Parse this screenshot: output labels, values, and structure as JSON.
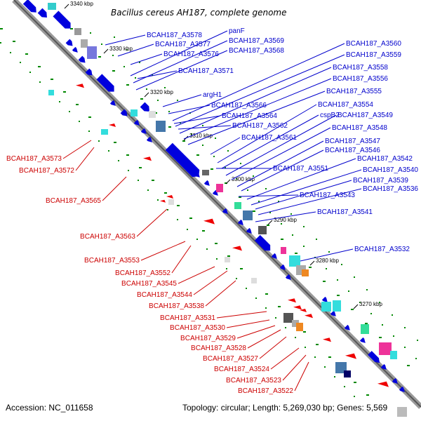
{
  "title": "Bacillus cereus AH187, complete genome",
  "footer": {
    "accession": "Accession: NC_011658",
    "summary": "Topology: circular; Length: 5,269,030 bp; Genes: 5,569"
  },
  "colors": {
    "forward_gene": "#0000cc",
    "reverse_gene": "#cc0000",
    "backbone": "#888888",
    "gc_green": "#008800",
    "tick": "#000000"
  },
  "ticks": [
    "3340 kbp",
    "3330 kbp",
    "3320 kbp",
    "3310 kbp",
    "3300 kbp",
    "3290 kbp",
    "3280 kbp",
    "3270 kbp"
  ],
  "labels_blue": [
    "BCAH187_A3578",
    "BCAH187_A3577",
    "BCAH187_A3576",
    "panF",
    "BCAH187_A3569",
    "BCAH187_A3568",
    "BCAH187_A3560",
    "BCAH187_A3559",
    "BCAH187_A3571",
    "BCAH187_A3558",
    "BCAH187_A3556",
    "BCAH187_A3555",
    "argH1",
    "BCAH187_A3566",
    "BCAH187_A3554",
    "cspB2",
    "BCAH187_A3564",
    "BCAH187_A3549",
    "BCAH187_A3562",
    "BCAH187_A3548",
    "BCAH187_A3561",
    "BCAH187_A3547",
    "BCAH187_A3546",
    "BCAH187_A3542",
    "BCAH187_A3551",
    "BCAH187_A3540",
    "BCAH187_A3539",
    "BCAH187_A3536",
    "BCAH187_A3543",
    "BCAH187_A3541",
    "BCAH187_A3532"
  ],
  "labels_red": [
    "BCAH187_A3573",
    "BCAH187_A3572",
    "BCAH187_A3565",
    "BCAH187_A3563",
    "BCAH187_A3553",
    "BCAH187_A3552",
    "BCAH187_A3545",
    "BCAH187_A3544",
    "BCAH187_A3538",
    "BCAH187_A3531",
    "BCAH187_A3530",
    "BCAH187_A3529",
    "BCAH187_A3528",
    "BCAH187_A3527",
    "BCAH187_A3524",
    "BCAH187_A3523",
    "BCAH187_A3522"
  ]
}
